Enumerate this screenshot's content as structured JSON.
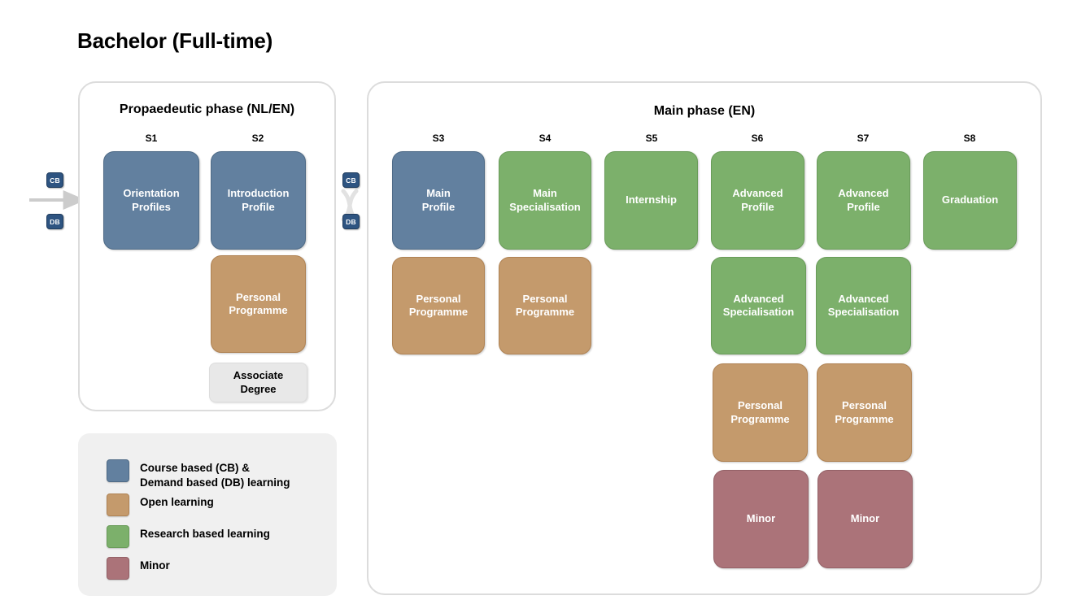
{
  "title": "Bachelor (Full-time)",
  "colors": {
    "course_demand_based": "#62809f",
    "open_learning": "#c49a6c",
    "research_based": "#7cb06b",
    "minor": "#ab7379",
    "associate_degree": "#e8e8e8",
    "tag_badge": "#2e5481",
    "panel_border": "#dcdcdc",
    "legend_background": "#f0f0f0",
    "connector": "#cccccc"
  },
  "entry_tags": {
    "cb": "CB",
    "db": "DB"
  },
  "mid_tags": {
    "cb": "CB",
    "db": "DB"
  },
  "propaedeutic": {
    "heading": "Propaedeutic phase (NL/EN)",
    "semesters": [
      "S1",
      "S2"
    ],
    "boxes": [
      {
        "label": "Orientation\nProfiles",
        "type": "course_demand_based",
        "semester": "S1",
        "row": 1
      },
      {
        "label": "Introduction\nProfile",
        "type": "course_demand_based",
        "semester": "S2",
        "row": 1
      },
      {
        "label": "Personal\nProgramme",
        "type": "open_learning",
        "semester": "S2",
        "row": 2
      },
      {
        "label": "Associate\nDegree",
        "type": "associate_degree",
        "semester": "S2",
        "row": 3
      }
    ]
  },
  "main": {
    "heading": "Main phase (EN)",
    "semesters": [
      "S3",
      "S4",
      "S5",
      "S6",
      "S7",
      "S8"
    ],
    "columns": [
      {
        "semester": "S3",
        "boxes": [
          {
            "label": "Main\nProfile",
            "type": "course_demand_based"
          },
          {
            "label": "Personal\nProgramme",
            "type": "open_learning"
          }
        ]
      },
      {
        "semester": "S4",
        "boxes": [
          {
            "label": "Main\nSpecialisation",
            "type": "research_based"
          },
          {
            "label": "Personal\nProgramme",
            "type": "open_learning"
          }
        ]
      },
      {
        "semester": "S5",
        "boxes": [
          {
            "label": "Internship",
            "type": "research_based"
          }
        ]
      },
      {
        "semester": "S6",
        "boxes": [
          {
            "label": "Advanced\nProfile",
            "type": "research_based"
          },
          {
            "label": "Advanced\nSpecialisation",
            "type": "research_based"
          },
          {
            "label": "Personal\nProgramme",
            "type": "open_learning"
          },
          {
            "label": "Minor",
            "type": "minor"
          }
        ]
      },
      {
        "semester": "S7",
        "boxes": [
          {
            "label": "Advanced\nProfile",
            "type": "research_based"
          },
          {
            "label": "Advanced\nSpecialisation",
            "type": "research_based"
          },
          {
            "label": "Personal\nProgramme",
            "type": "open_learning"
          },
          {
            "label": "Minor",
            "type": "minor"
          }
        ]
      },
      {
        "semester": "S8",
        "boxes": [
          {
            "label": "Graduation",
            "type": "research_based"
          }
        ]
      }
    ]
  },
  "legend": {
    "items": [
      {
        "label": "Course based (CB) &\nDemand based (DB) learning",
        "type": "course_demand_based"
      },
      {
        "label": "Open learning",
        "type": "open_learning"
      },
      {
        "label": "Research based learning",
        "type": "research_based"
      },
      {
        "label": "Minor",
        "type": "minor"
      }
    ]
  }
}
